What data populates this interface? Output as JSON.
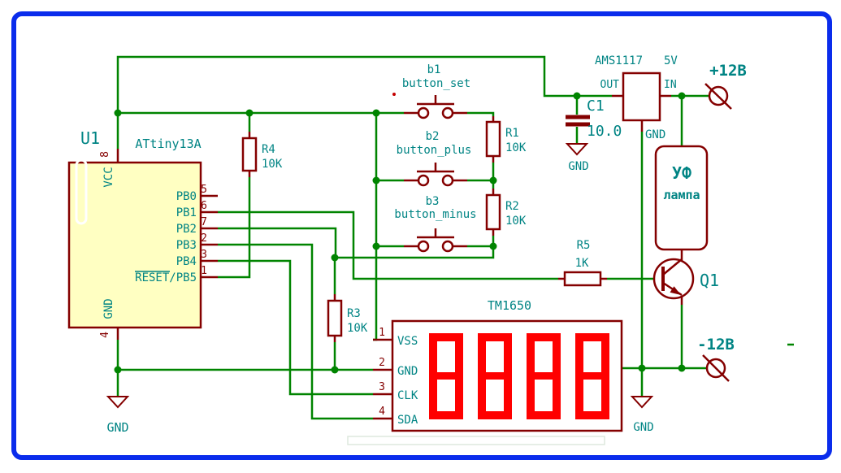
{
  "labels": {
    "gnd": "GND"
  },
  "u1": {
    "ref": "U1",
    "part": "ATtiny13A",
    "pin_vcc": {
      "num": "8",
      "name": "VCC"
    },
    "pin_gnd": {
      "num": "4",
      "name": "GND"
    },
    "right_pins": [
      {
        "num": "5",
        "name": "PB0"
      },
      {
        "num": "6",
        "name": "PB1"
      },
      {
        "num": "7",
        "name": "PB2"
      },
      {
        "num": "2",
        "name": "PB3"
      },
      {
        "num": "3",
        "name": "PB4"
      },
      {
        "num": "1",
        "name": "RESET/PB5"
      }
    ]
  },
  "buttons": [
    {
      "ref": "b1",
      "label": "button_set"
    },
    {
      "ref": "b2",
      "label": "button_plus"
    },
    {
      "ref": "b3",
      "label": "button_minus"
    }
  ],
  "resistors": [
    {
      "ref": "R1",
      "value": "10K"
    },
    {
      "ref": "R2",
      "value": "10K"
    },
    {
      "ref": "R3",
      "value": "10K"
    },
    {
      "ref": "R4",
      "value": "10K"
    },
    {
      "ref": "R5",
      "value": "1K"
    }
  ],
  "capacitor": {
    "ref": "C1",
    "value": "10.0"
  },
  "regulator": {
    "name": "AMS1117",
    "value": "5V",
    "pin_out": "OUT",
    "pin_in": "IN",
    "pin_gnd": "GND"
  },
  "display": {
    "name": "TM1650",
    "digits": "8888",
    "pins": [
      {
        "num": "1",
        "name": "VSS"
      },
      {
        "num": "2",
        "name": "GND"
      },
      {
        "num": "3",
        "name": "CLK"
      },
      {
        "num": "4",
        "name": "SDA"
      }
    ]
  },
  "lamp": {
    "line1": "УФ",
    "line2": "лампа"
  },
  "transistor": {
    "ref": "Q1"
  },
  "power": {
    "positive": "+12В",
    "negative": "-12В"
  },
  "colors": {
    "wire": "#008400",
    "outline": "#840000",
    "text": "#008484",
    "chip_fill": "#ffffc2",
    "segment": "#ff0000",
    "frame": "#0a2cec"
  }
}
